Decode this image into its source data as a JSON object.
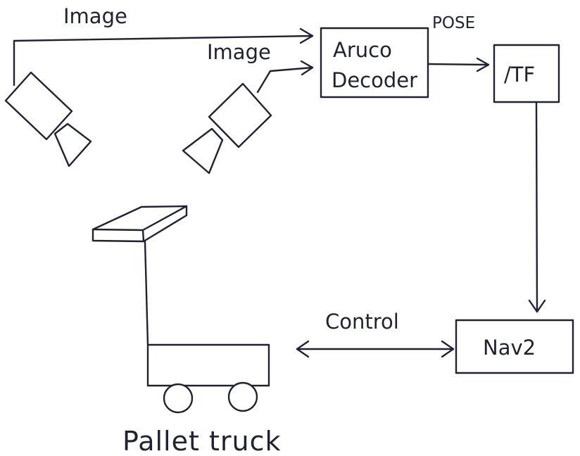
{
  "diagram": {
    "image_label_1": "Image",
    "image_label_2": "Image",
    "pose_label": "POSE",
    "aruco_line1": "Aruco",
    "aruco_line2": "Decoder",
    "tf_label": "/TF",
    "nav2_label": "Nav2",
    "control_label": "Control",
    "pallet_truck_label": "Pallet truck",
    "stroke_color": "#1f2233",
    "background_color": "#ffffff"
  }
}
